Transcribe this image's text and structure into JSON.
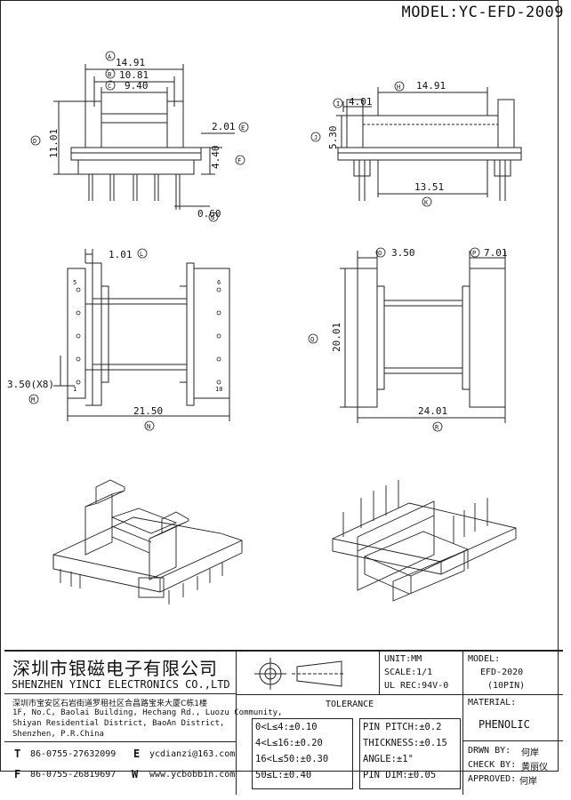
{
  "header": {
    "model_title": "MODEL:YC-EFD-2009"
  },
  "front_view": {
    "dims": [
      "14.91",
      "10.81",
      "9.40",
      "11.01",
      "2.01",
      "4.40",
      "0.60"
    ],
    "callouts": [
      "A",
      "B",
      "C",
      "D",
      "E",
      "F",
      "G"
    ]
  },
  "side_view": {
    "dims": [
      "14.91",
      "4.01",
      "5.30",
      "13.51"
    ],
    "callouts": [
      "H",
      "I",
      "J",
      "K"
    ]
  },
  "bottom_view": {
    "dims": [
      "1.01",
      "3.50(X8)",
      "21.50"
    ],
    "callouts": [
      "L",
      "M",
      "N"
    ],
    "pin_labels": [
      "5",
      "1",
      "6",
      "10"
    ]
  },
  "top_view": {
    "dims": [
      "3.50",
      "7.01",
      "20.01",
      "24.01"
    ],
    "callouts": [
      "O",
      "P",
      "Q",
      "R"
    ]
  },
  "company": {
    "name_cn": "深圳市银磁电子有限公司",
    "name_en": "SHENZHEN YINCI ELECTRONICS CO.,LTD",
    "address_cn": "深圳市宝安区石岩街道罗租社区合昌路宝来大厦C栋1楼",
    "address_en": [
      "1F, No.C, Baolai Building, Hechang Rd., Luozu Community,",
      "Shiyan Residential District, BaoAn District,",
      "Shenzhen, P.R.China"
    ],
    "tel_label": "T",
    "tel": "86-0755-27632099",
    "fax_label": "F",
    "fax": "86-0755-26819697",
    "email_label": "E",
    "email": "ycdianzi@163.com",
    "web_label": "W",
    "web": "www.ycbobbin.com"
  },
  "specs": {
    "unit": "UNIT:MM",
    "scale": "SCALE:1/1",
    "ul": "UL REC:94V-0",
    "model_label": "MODEL:",
    "model_value": "EFD-2020",
    "pins": "(10PIN)",
    "material_label": "MATERIAL:",
    "material_value": "PHENOLIC",
    "tolerance_title": "TOLERANCE",
    "tolerance_left": [
      "0<L≤4:±0.10",
      "4<L≤16:±0.20",
      "16<L≤50:±0.30",
      "50≤L:±0.40"
    ],
    "tolerance_right": [
      "PIN PITCH:±0.2",
      "THICKNESS:±0.15",
      "ANGLE:±1°",
      "PIN DIM:±0.05"
    ]
  },
  "approvals": {
    "drawn_label": "DRWN BY:",
    "drawn_by": "何岸",
    "check_label": "CHECK BY:",
    "check_by": "黄丽仪",
    "approved_label": "APPROVED:",
    "approved_by": "何岸"
  }
}
